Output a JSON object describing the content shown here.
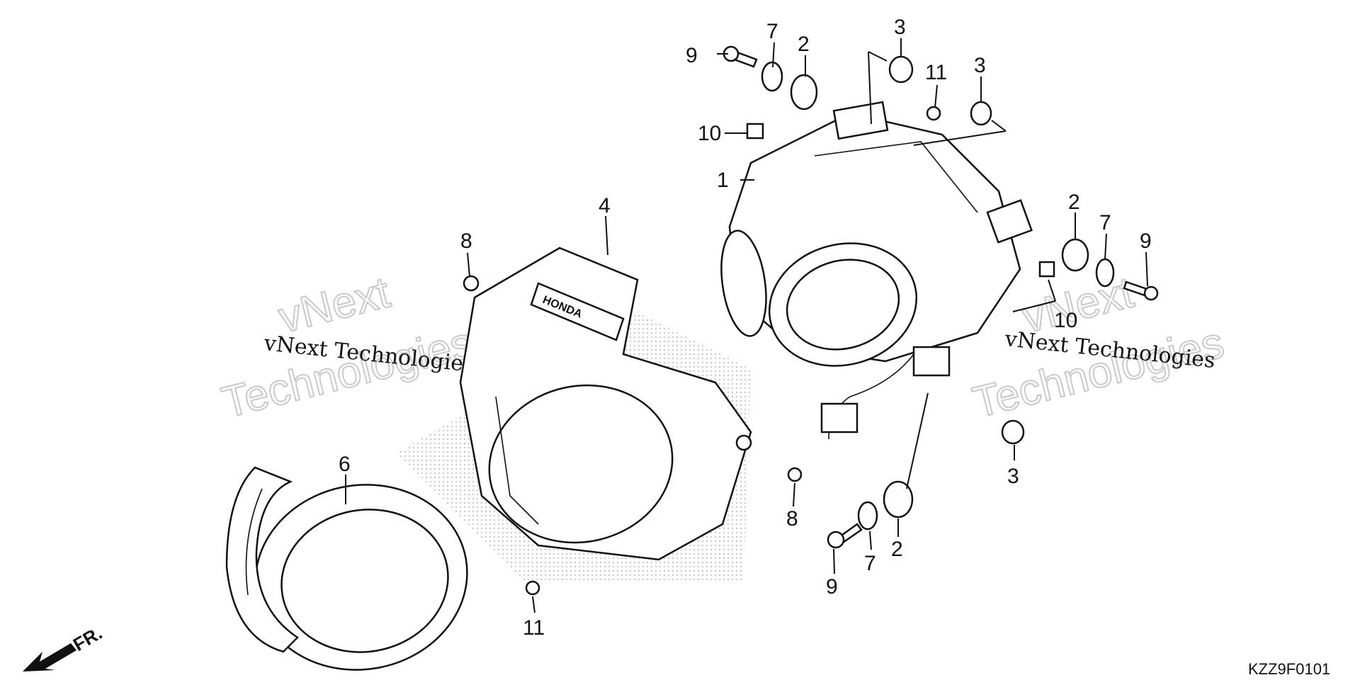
{
  "diagram": {
    "part_code": "KZZ9F0101",
    "direction_label": "FR.",
    "watermark_small": "vNext Technologies",
    "watermark_big_top": "vNext",
    "watermark_big_bottom": "Technologies",
    "brand_mark_label": "HONDA",
    "callouts": [
      "1",
      "2",
      "2",
      "2",
      "3",
      "3",
      "3",
      "4",
      "6",
      "7",
      "7",
      "7",
      "8",
      "8",
      "9",
      "9",
      "9",
      "10",
      "10",
      "11",
      "11"
    ]
  }
}
